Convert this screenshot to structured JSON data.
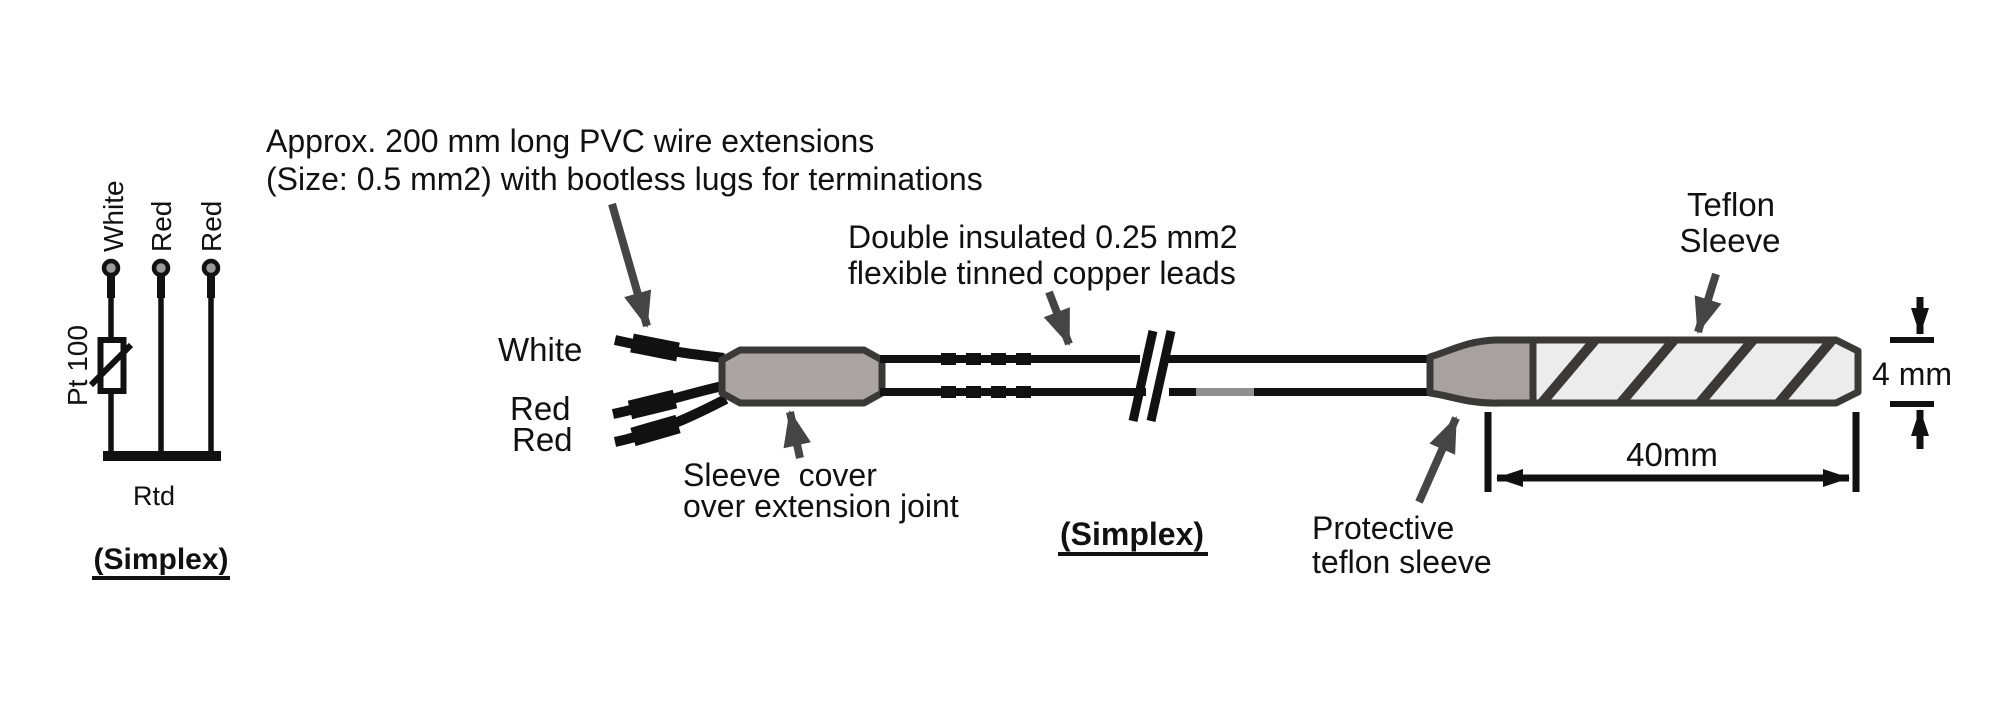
{
  "schematic": {
    "terminals": [
      "White",
      "Red",
      "Red"
    ],
    "element_label": "Pt 100",
    "caption": "Rtd",
    "type_label": "(Simplex)"
  },
  "probe": {
    "lead_labels": [
      "White",
      "Red",
      "Red"
    ],
    "type_label": "(Simplex)"
  },
  "annotations": {
    "pvc": {
      "line1": "Approx. 200 mm long PVC wire extensions",
      "line2": "(Size: 0.5 mm2) with bootless lugs for terminations"
    },
    "leads": {
      "line1": "Double insulated 0.25 mm2",
      "line2": "flexible tinned copper leads"
    },
    "sleeve_cover": {
      "line1": "Sleeve  cover",
      "line2": "over extension joint"
    },
    "teflon": {
      "line1": "Teflon",
      "line2": "Sleeve"
    },
    "protective": {
      "line1": "Protective",
      "line2": "teflon sleeve"
    }
  },
  "dims": {
    "diameter": "4 mm",
    "length": "40mm"
  },
  "colors": {
    "ink": "#111111",
    "arrow": "#454545",
    "outline": "#3b3838",
    "sleeve_cover_fill": "#aba4a4",
    "flare_fill": "#a8a1a1",
    "teflon_fill": "#ececec",
    "terminal_fill": "#9a9a9a"
  }
}
